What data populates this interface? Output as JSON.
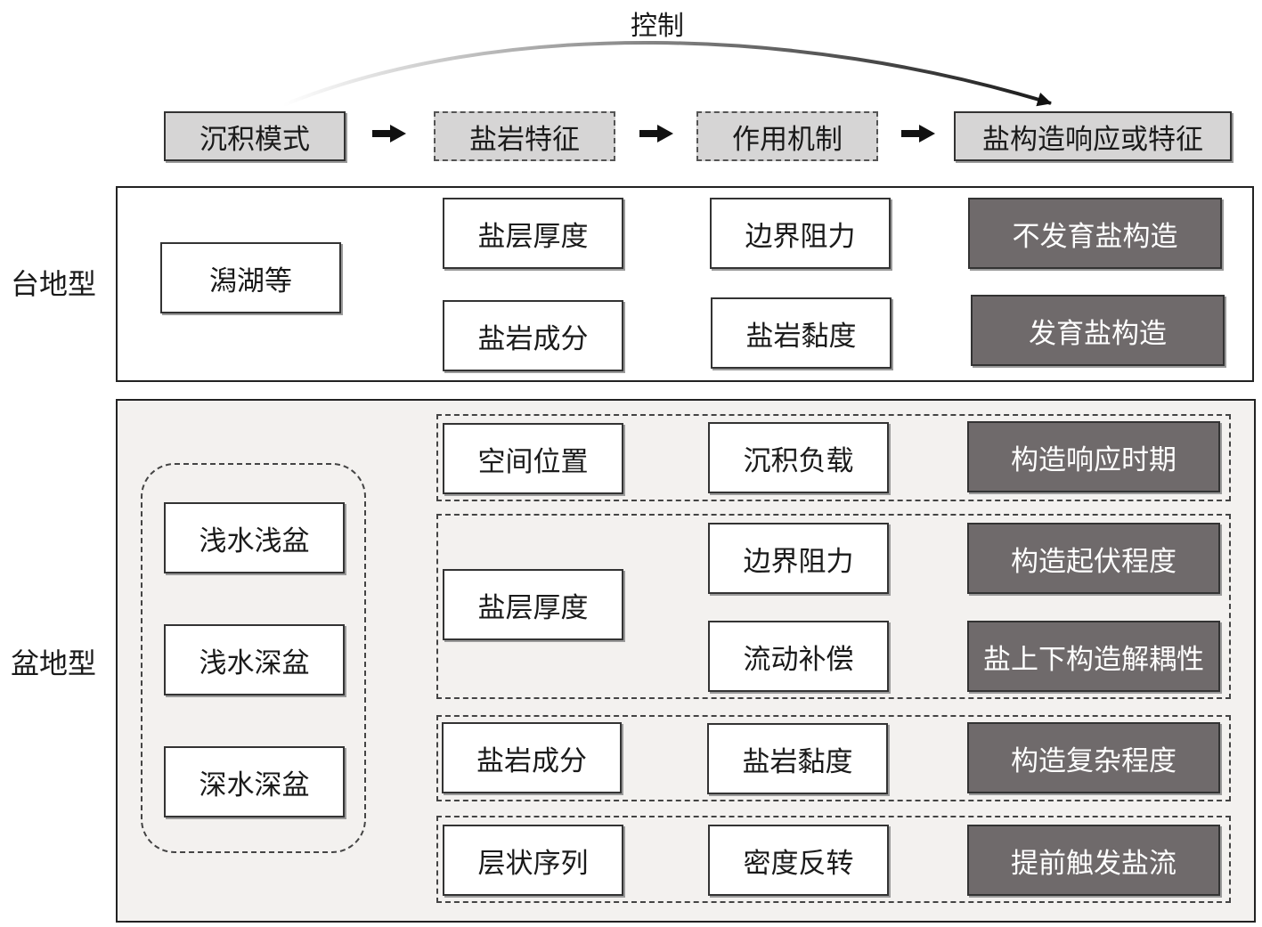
{
  "header": {
    "control_label": "控制",
    "steps": [
      "沉积模式",
      "盐岩特征",
      "作用机制",
      "盐构造响应或特征"
    ]
  },
  "platform": {
    "label": "台地型",
    "source": "潟湖等",
    "rows": [
      {
        "feature": "盐层厚度",
        "mechanism": "边界阻力",
        "response": "不发育盐构造"
      },
      {
        "feature": "盐岩成分",
        "mechanism": "盐岩黏度",
        "response": "发育盐构造"
      }
    ]
  },
  "basin": {
    "label": "盆地型",
    "sources": [
      "浅水浅盆",
      "浅水深盆",
      "深水深盆"
    ],
    "groups": [
      {
        "feature": "空间位置",
        "rows": [
          {
            "mechanism": "沉积负载",
            "response": "构造响应时期"
          }
        ]
      },
      {
        "feature": "盐层厚度",
        "rows": [
          {
            "mechanism": "边界阻力",
            "response": "构造起伏程度"
          },
          {
            "mechanism": "流动补偿",
            "response": "盐上下构造解耦性"
          }
        ]
      },
      {
        "feature": "盐岩成分",
        "rows": [
          {
            "mechanism": "盐岩黏度",
            "response": "构造复杂程度"
          }
        ]
      },
      {
        "feature": "层状序列",
        "rows": [
          {
            "mechanism": "密度反转",
            "response": "提前触发盐流"
          }
        ]
      }
    ]
  }
}
